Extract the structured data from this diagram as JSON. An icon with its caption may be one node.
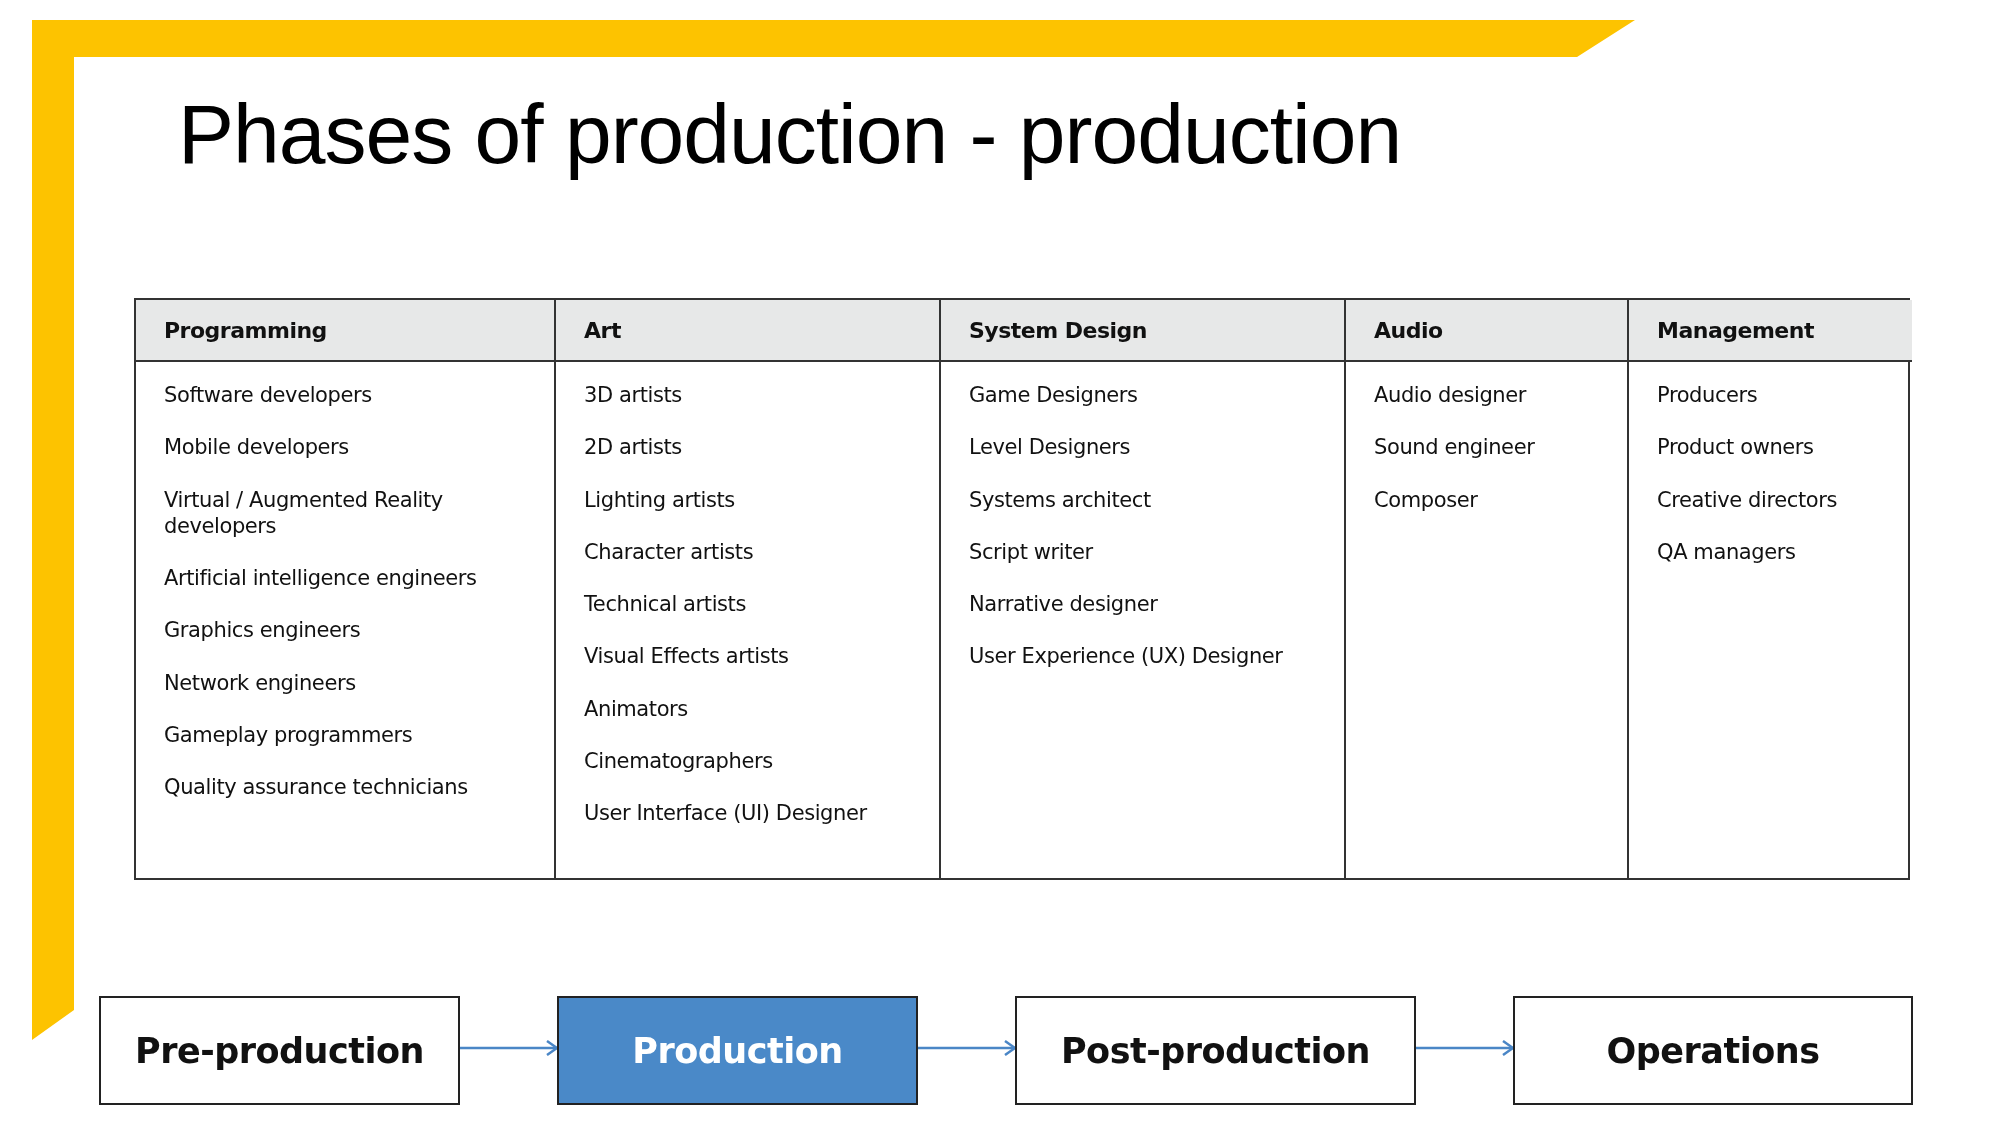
{
  "diagram": {
    "title": "Phases of production - production",
    "nodes": [
      {
        "text": [
          "Programming"
        ]
      },
      {
        "text": [
          "Art"
        ]
      },
      {
        "text": [
          "System Design"
        ]
      },
      {
        "text": [
          "Audio"
        ]
      },
      {
        "text": [
          "Management"
        ]
      },
      {
        "text": [
          "Software developers",
          "Mobile developers",
          "Virtual / Augmented Reality developers",
          "Artificial intelligence engineers",
          "Graphics engineers",
          "Network engineers",
          "Gameplay programmers",
          "Quality assurance technicians"
        ]
      },
      {
        "text": [
          "3D artists",
          "2D artists",
          "Lighting artists",
          "Character artists",
          "Technical artists",
          "Visual Effects artists",
          "Animators",
          "Cinematographers",
          "User Interface (UI) Designer"
        ]
      },
      {
        "text": [
          "Game Designers",
          "Level Designers",
          "Systems architect",
          "Script writer",
          "Narrative designer",
          "User Experience (UX) Designer"
        ]
      },
      {
        "text": [
          "Audio designer",
          "Sound engineer",
          "Composer"
        ]
      },
      {
        "text": [
          "Producers",
          "Product owners",
          "Creative directors",
          "QA managers"
        ]
      },
      {
        "text": [
          "Pre-production"
        ]
      },
      {
        "text": [
          "Production"
        ]
      },
      {
        "text": [
          "Post-production"
        ]
      },
      {
        "text": [
          "Operations"
        ]
      }
    ],
    "edges": [
      {
        "from": 10,
        "to": 11,
        "arrow": "to"
      },
      {
        "from": 11,
        "to": 12,
        "arrow": "to"
      },
      {
        "from": 12,
        "to": 13,
        "arrow": "to"
      }
    ]
  }
}
